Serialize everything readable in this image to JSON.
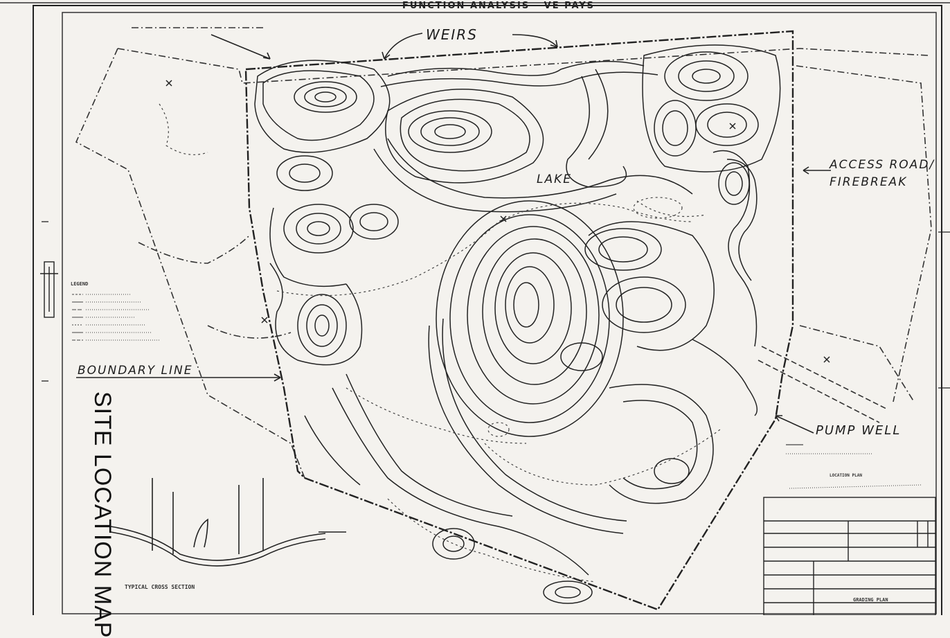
{
  "header": {
    "title": "FUNCTION ANALYSIS - VE  PAYS"
  },
  "labels": {
    "weirs": "WEIRS",
    "lake": "LAKE",
    "access_road": "ACCESS ROAD/",
    "firebreak": "FIREBREAK",
    "boundary_line": "BOUNDARY LINE",
    "pump_well": "PUMP WELL",
    "site_location_map": "SITE LOCATION MAP",
    "legend": "LEGEND",
    "typical_cross_section": "TYPICAL CROSS SECTION",
    "grading_plan": "GRADING PLAN",
    "location_plan": "LOCATION PLAN"
  }
}
